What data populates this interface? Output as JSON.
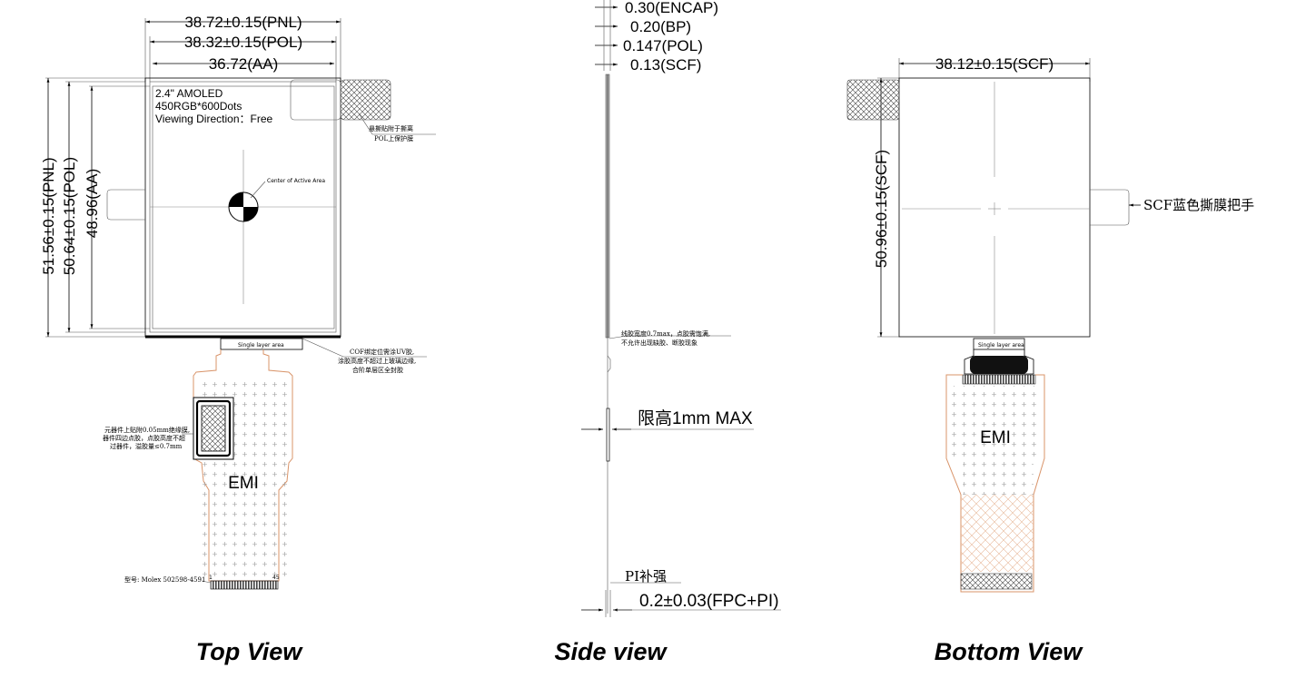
{
  "top_view": {
    "title": "Top View",
    "dims": {
      "pnl_width": "38.72±0.15(PNL)",
      "pol_width": "38.32±0.15(POL)",
      "aa_width": "36.72(AA)",
      "pnl_height": "51.56±0.15(PNL)",
      "pol_height": "50.64±0.15(POL)",
      "aa_height": "48.96(AA)"
    },
    "spec_lines": [
      "2.4\" AMOLED",
      "450RGB*600Dots",
      "Viewing Direction：Free"
    ],
    "center_label": "Center of Active Area",
    "pol_note": [
      "悬撕贴附于撕离",
      "POL上保护膜"
    ],
    "cof_note": [
      "COF绑定位需涂UV胶,",
      "涂胶高度不超过上玻璃边缘,",
      "合阶单层区全封胶"
    ],
    "single_layer": "Single layer area",
    "component_note": [
      "元器件上贴附0.05mm绝缘膜,",
      "器件四边点胶，点胶高度不超",
      "过器件，溢胶量≤0.7mm"
    ],
    "emi_label": "EMI",
    "connector_label": "型号: Molex 502598-4591",
    "pin_first": "1",
    "pin_last": "45"
  },
  "side_view": {
    "title": "Side view",
    "dims": {
      "encap": "0.30(ENCAP)",
      "bp": "0.20(BP)",
      "pol": "0.147(POL)",
      "scf": "0.13(SCF)",
      "height_limit": "限高1mm MAX",
      "pi_label": "PI补强",
      "fpc": "0.2±0.03(FPC+PI)"
    },
    "glue_note": [
      "线胶宽度0.7max，点胶需饱满,",
      "不允许出现缺胶、断胶现象"
    ]
  },
  "bottom_view": {
    "title": "Bottom View",
    "dims": {
      "scf_width": "38.12±0.15(SCF)",
      "scf_height": "50.96±0.15(SCF)"
    },
    "tab_label": "SCF蓝色撕膜把手",
    "single_layer": "Single layer area",
    "emi_label": "EMI"
  }
}
